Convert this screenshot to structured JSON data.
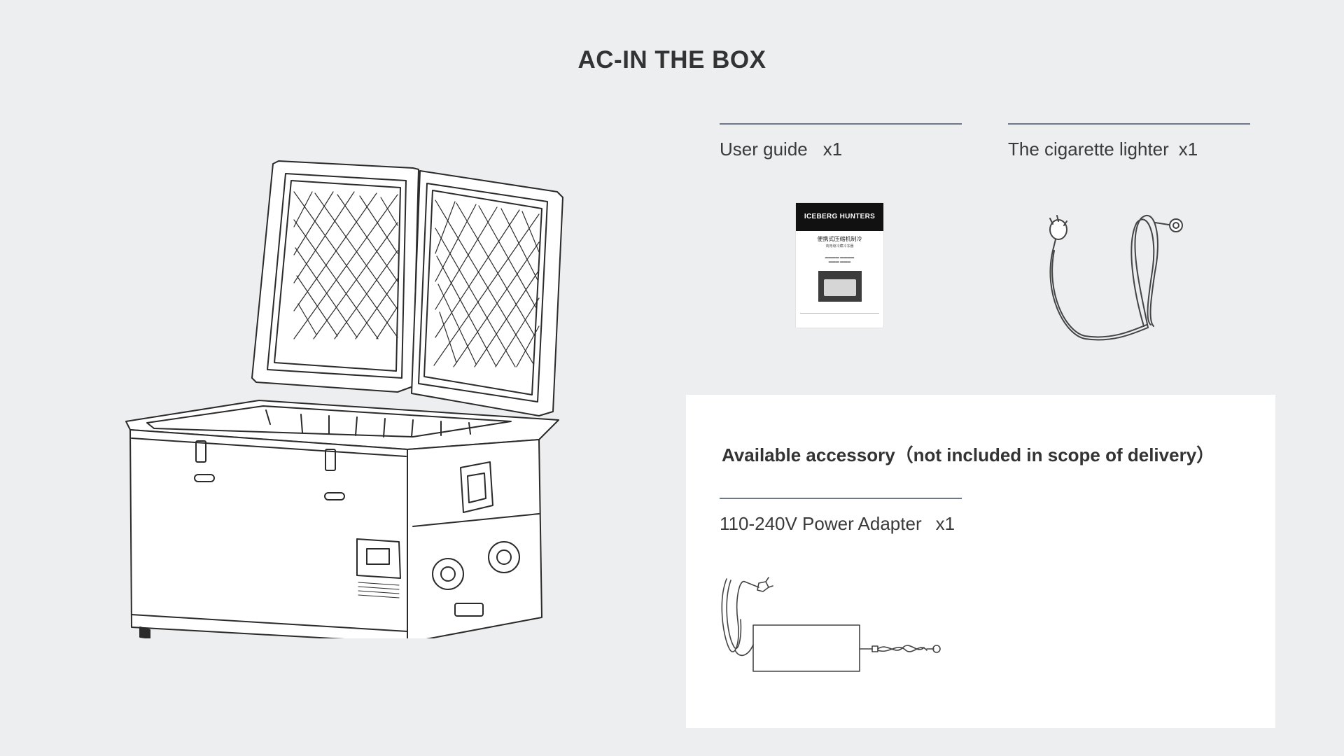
{
  "title": "AC-IN THE BOX",
  "included": [
    {
      "label": "User guide",
      "qty": "x1",
      "icon": "user-guide-booklet"
    },
    {
      "label": "The cigarette lighter",
      "qty": "x1",
      "icon": "power-cable"
    }
  ],
  "booklet": {
    "brand": "ICEBERG HUNTERS",
    "heading_cn": "便携式压缩机制冷",
    "subheading_cn": "商用级冷藏冷冻器"
  },
  "accessory": {
    "heading": "Available accessory（not included in scope of delivery）",
    "items": [
      {
        "label": "110-240V Power Adapter",
        "qty": "x1",
        "icon": "power-adapter"
      }
    ]
  },
  "colors": {
    "background": "#edeef0",
    "panel": "#ffffff",
    "rule": "#6e7787",
    "text": "#333333"
  }
}
